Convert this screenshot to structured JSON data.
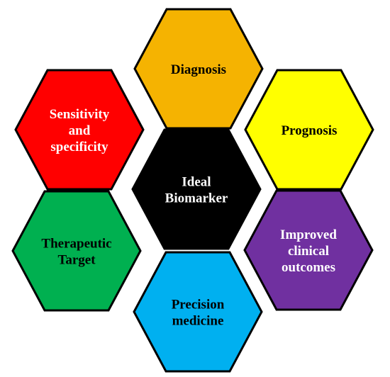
{
  "diagram": {
    "center": {
      "lines": [
        "Ideal",
        "Biomarker"
      ],
      "fill": "#000000",
      "text_color": "#ffffff"
    },
    "nodes": [
      {
        "id": "diagnosis",
        "lines": [
          "Diagnosis"
        ],
        "fill": "#F5B301",
        "text_color": "#000000"
      },
      {
        "id": "prognosis",
        "lines": [
          "Prognosis"
        ],
        "fill": "#FFFF00",
        "text_color": "#000000"
      },
      {
        "id": "improved-clinical-outcomes",
        "lines": [
          "Improved",
          "clinical",
          "outcomes"
        ],
        "fill": "#7030A0",
        "text_color": "#ffffff"
      },
      {
        "id": "precision-medicine",
        "lines": [
          "Precision",
          "medicine"
        ],
        "fill": "#00B0F0",
        "text_color": "#000000"
      },
      {
        "id": "therapeutic-target",
        "lines": [
          "Therapeutic",
          "Target"
        ],
        "fill": "#00B050",
        "text_color": "#000000"
      },
      {
        "id": "sensitivity-specificity",
        "lines": [
          "Sensitivity",
          "and",
          "specificity"
        ],
        "fill": "#FF0000",
        "text_color": "#ffffff"
      }
    ]
  }
}
